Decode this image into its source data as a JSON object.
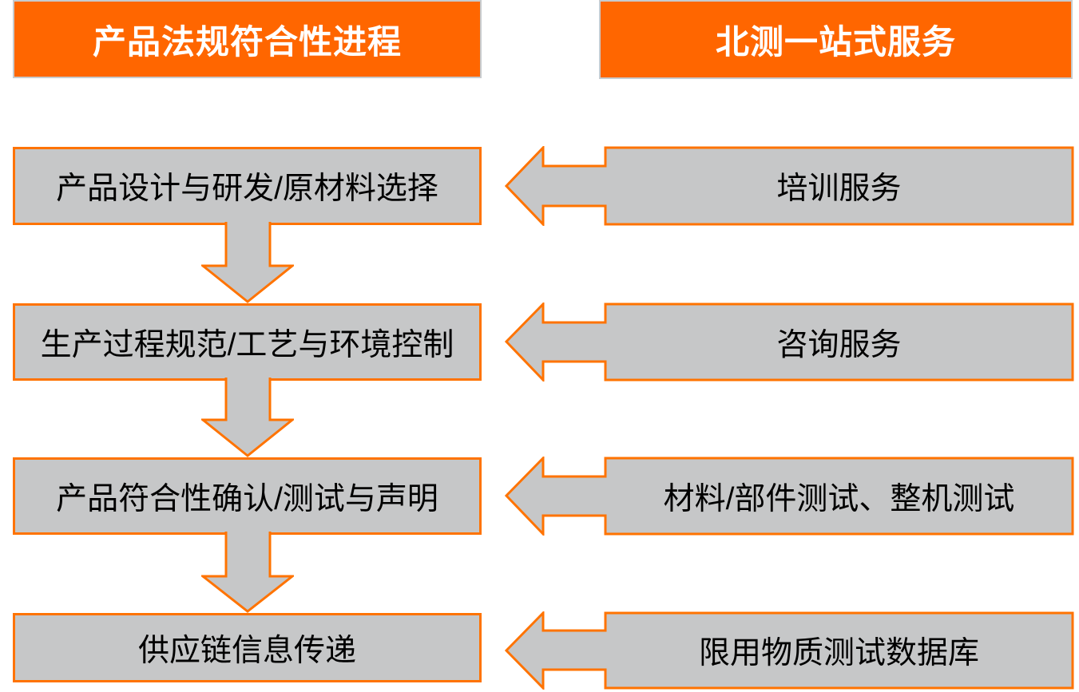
{
  "diagram": {
    "headers": {
      "process_column": "产品法规符合性进程",
      "services_column": "北测一站式服务"
    },
    "process_steps": [
      {
        "label": "产品设计与研发/原材料选择"
      },
      {
        "label": "生产过程规范/工艺与环境控制"
      },
      {
        "label": "产品符合性确认/测试与声明"
      },
      {
        "label": "供应链信息传递"
      }
    ],
    "services": [
      {
        "label": "培训服务"
      },
      {
        "label": "咨询服务"
      },
      {
        "label": "材料/部件测试、整机测试"
      },
      {
        "label": "限用物质测试数据库"
      }
    ],
    "colors": {
      "header_fill": "#FF6600",
      "header_border": "#C7CBCE",
      "header_text": "#FFFFFF",
      "shape_fill": "#C6C7C8",
      "shape_outline": "#FF7300",
      "body_text": "#000000",
      "background": "#FFFFFF"
    }
  }
}
